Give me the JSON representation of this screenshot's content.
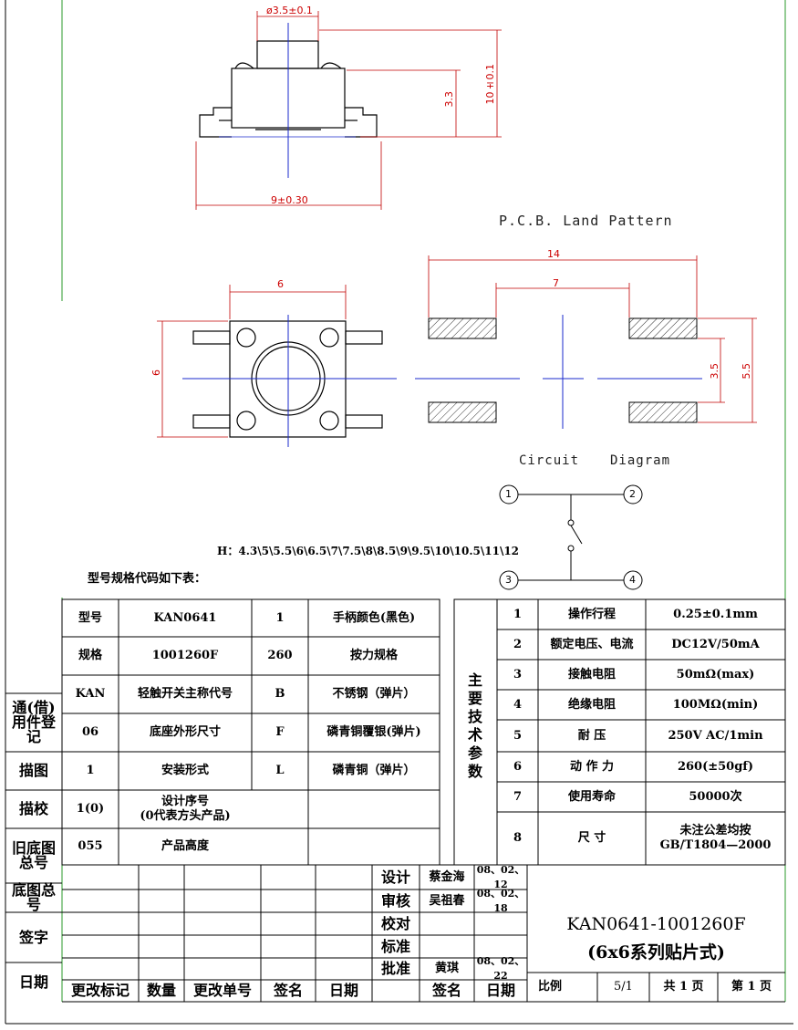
{
  "drawing": {
    "top_dims": {
      "diameter": "ø3.5±0.1",
      "width": "9±0.30",
      "total_height": "10±0.1",
      "base_height": "3.3"
    },
    "front_dims": {
      "width": "6",
      "height": "6"
    },
    "pcb": {
      "title": "P.C.B.  Land Pattern",
      "outer": "14",
      "inner": "7",
      "h_inner": "3.5",
      "h_outer": "5.5"
    },
    "circuit": {
      "title_left": "Circuit",
      "title_right": "Diagram",
      "pins": [
        "1",
        "2",
        "3",
        "4"
      ]
    },
    "h_options": "H：4.3\\5\\5.5\\6\\6.5\\7\\7.5\\8\\8.5\\9\\9.5\\10\\10.5\\11\\12",
    "code_heading": "型号规格代码如下表："
  },
  "code_table": [
    [
      "型号",
      "KAN0641",
      "1",
      "手柄颜色(黑色)"
    ],
    [
      "规格",
      "1001260F",
      "260",
      "按力规格"
    ],
    [
      "KAN",
      "轻触开关主称代号",
      "B",
      "不锈钢（弹片）"
    ],
    [
      "06",
      "底座外形尺寸",
      "F",
      "磷青铜覆银(弹片)"
    ],
    [
      "1",
      "安装形式",
      "L",
      "磷青铜（弹片）"
    ],
    [
      "1(0)",
      "设计序号\n(0代表方头产品)",
      "",
      ""
    ],
    [
      "055",
      "产品高度",
      "",
      ""
    ]
  ],
  "spec_title": "主要技术参数",
  "spec_table": [
    [
      "1",
      "操作行程",
      "0.25±0.1mm"
    ],
    [
      "2",
      "额定电压、电流",
      "DC12V/50mA"
    ],
    [
      "3",
      "接触电阻",
      "50mΩ(max)"
    ],
    [
      "4",
      "绝缘电阻",
      "100MΩ(min)"
    ],
    [
      "5",
      "耐    压",
      "250V AC/1min"
    ],
    [
      "6",
      "动 作 力",
      "260(±50gf)"
    ],
    [
      "7",
      "使用寿命",
      "50000次"
    ],
    [
      "8",
      "尺    寸",
      "未注公差均按\nGB/T1804—2000"
    ]
  ],
  "left_strip": [
    "通(借)\n用件登记",
    "描图",
    "描校",
    "旧底图\n总号",
    "底图总号",
    "签字",
    "日期"
  ],
  "title_block": {
    "roles": [
      "设计",
      "审核",
      "校对",
      "标准",
      "批准"
    ],
    "names": [
      "蔡金海",
      "吴祖春",
      "",
      "",
      "黄琪"
    ],
    "dates": [
      "08、02、12",
      "08、02、18",
      "",
      "",
      "08、02、22"
    ],
    "change_headers": [
      "更改标记",
      "数量",
      "更改单号",
      "签名",
      "日期",
      "签名",
      "日期"
    ],
    "part_no": "KAN0641-1001260F",
    "desc": "(6x6系列贴片式)",
    "scale_label": "比例",
    "scale_value": "5/1",
    "total_pages": "共 1 页",
    "page_no": "第 1 页"
  },
  "colors": {
    "frame": "#2a9a2a",
    "dimension": "#c00000",
    "centerline": "#1a2acc"
  }
}
